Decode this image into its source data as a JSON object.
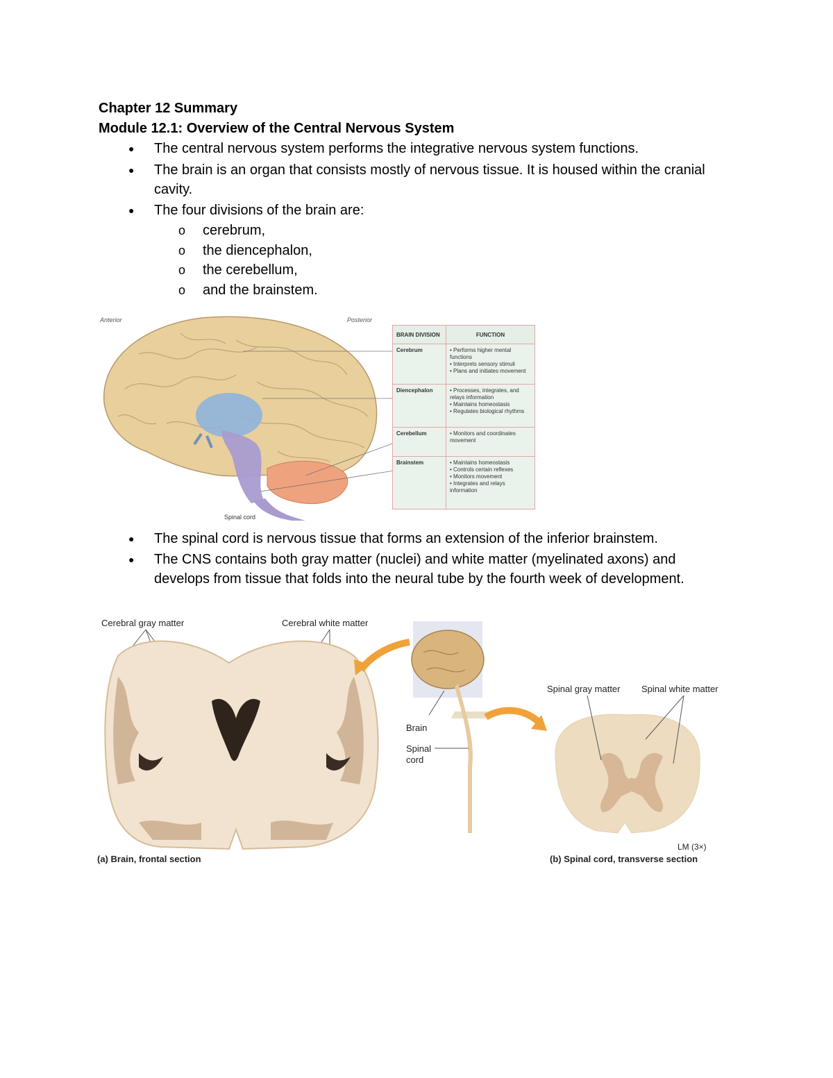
{
  "document": {
    "chapter_title": "Chapter 12 Summary",
    "module_title": "Module 12.1: Overview of the Central Nervous System",
    "bullets_top": [
      "The central nervous system performs the integrative nervous system functions.",
      "The brain is an organ that consists mostly of nervous tissue. It is housed within the cranial cavity.",
      "The four divisions of the brain are:"
    ],
    "brain_divisions_list": [
      "cerebrum,",
      "the diencephalon,",
      "the cerebellum,",
      "and the brainstem."
    ],
    "bullets_bottom": [
      "The spinal cord is nervous tissue that forms an extension of the inferior brainstem.",
      "The CNS contains both gray matter (nuclei) and white matter (myelinated axons) and develops from tissue that folds into the neural tube by the fourth week of development."
    ]
  },
  "figure1": {
    "label_anterior": "Anterior",
    "label_posterior": "Posterior",
    "label_spinal_cord": "Spinal cord",
    "table": {
      "header_division": "BRAIN DIVISION",
      "header_function": "FUNCTION",
      "rows": [
        {
          "division": "Cerebrum",
          "functions": [
            "Performs higher mental functions",
            "Interprets sensory stimuli",
            "Plans and initiates movement"
          ]
        },
        {
          "division": "Diencephalon",
          "functions": [
            "Processes, integrates, and relays information",
            "Maintains homeostasis",
            "Regulates biological rhythms"
          ]
        },
        {
          "division": "Cerebellum",
          "functions": [
            "Monitors and coordinates movement"
          ]
        },
        {
          "division": "Brainstem",
          "functions": [
            "Maintains homeostasis",
            "Controls certain reflexes",
            "Monitors movement",
            "Integrates and relays information"
          ]
        }
      ]
    }
  },
  "figure2": {
    "label_cerebral_gray": "Cerebral gray matter",
    "label_cerebral_white": "Cerebral white matter",
    "label_brain": "Brain",
    "label_spinal_cord_line1": "Spinal",
    "label_spinal_cord_line2": "cord",
    "label_spinal_gray": "Spinal gray matter",
    "label_spinal_white": "Spinal white matter",
    "label_lm": "LM (3×)",
    "caption_a": "(a) Brain, frontal section",
    "caption_b": "(b) Spinal cord, transverse section"
  },
  "colors": {
    "brain_tan": "#e8cf9c",
    "diencephalon_blue": "#8fb2dc",
    "brainstem_purple": "#a99bd0",
    "cerebellum_salmon": "#eea37e",
    "table_border": "#e3a6a6",
    "arrow_orange": "#f0a23a"
  }
}
